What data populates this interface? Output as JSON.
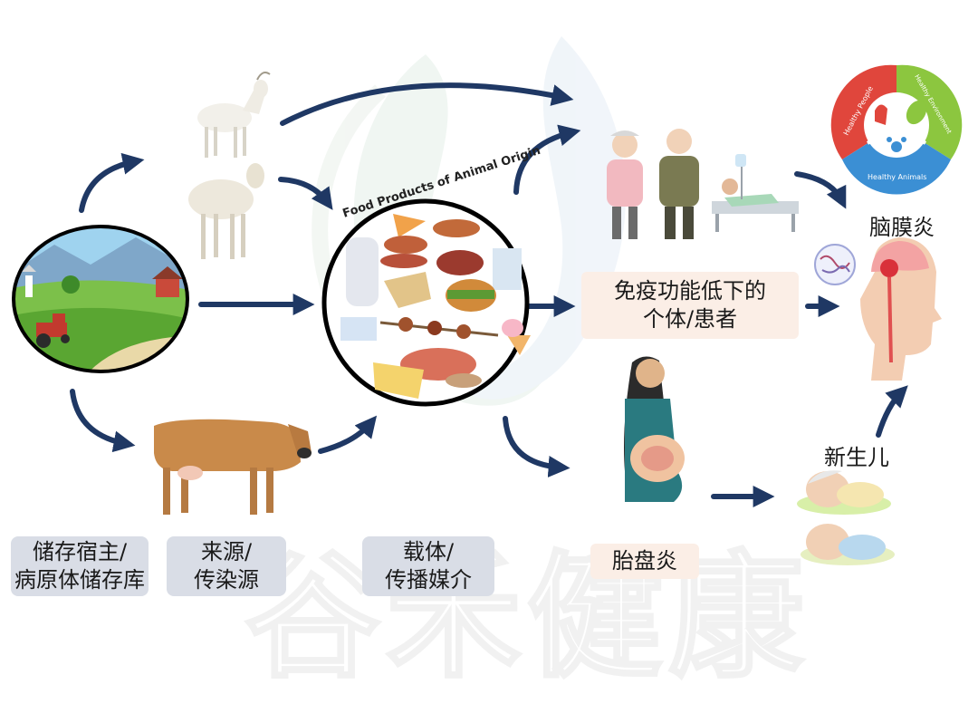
{
  "labels": {
    "reservoir": [
      "储存宿主/",
      "病原体储存库"
    ],
    "source": [
      "来源/",
      "传染源"
    ],
    "vehicle": [
      "载体/",
      "传播媒介"
    ],
    "immuno": [
      "免疫功能低下的",
      "个体/患者"
    ],
    "placentitis": "胎盘炎",
    "meningitis": "脑膜炎",
    "newborn": "新生儿"
  },
  "food_title": "Food Products of Animal Origin",
  "one_health": {
    "people": "Healthy People",
    "environment": "Healthy Environment",
    "animals": "Healthy Animals"
  },
  "watermark": "谷禾健康",
  "colors": {
    "arrow": "#1f3864",
    "people_segment": "#e0463c",
    "environment_segment": "#8cc63f",
    "animals_segment": "#3b8fd4"
  }
}
